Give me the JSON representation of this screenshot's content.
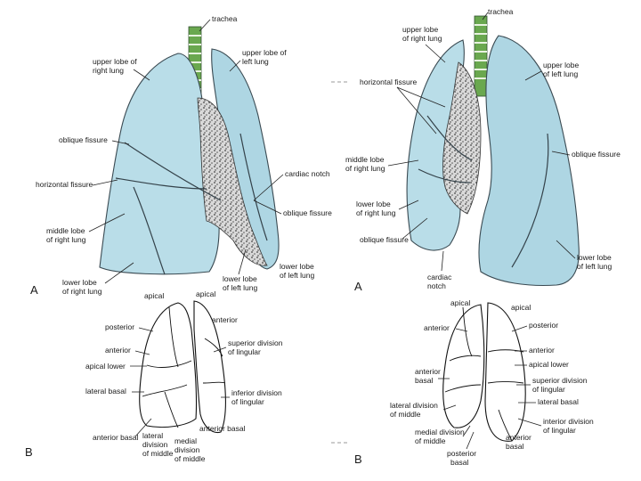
{
  "top_left": {
    "labels": {
      "trachea": "trachea",
      "upper_lobe_right_1": "upper lobe of",
      "upper_lobe_right_2": "right lung",
      "upper_lobe_left_1": "upper lobe of",
      "upper_lobe_left_2": "left lung",
      "oblique_fissure": "oblique fissure",
      "horizontal_fissure": "horizontal fissure",
      "cardiac_notch": "cardiac notch",
      "oblique_fissure_2": "oblique fissure",
      "middle_lobe_1": "middle lobe",
      "middle_lobe_2": "of right lung",
      "lower_lobe_right_1": "lower lobe",
      "lower_lobe_right_2": "of right lung",
      "lower_lobe_left_1": "lower lobe",
      "lower_lobe_left_2": "of left lung",
      "letter": "A"
    }
  },
  "top_right": {
    "labels": {
      "trachea": "trachea",
      "upper_lobe_right_1": "upper lobe",
      "upper_lobe_right_2": "of right lung",
      "upper_lobe_left_1": "upper lobe",
      "upper_lobe_left_2": "of left lung",
      "horizontal_fissure": "horizontal fissure",
      "oblique_fissure": "oblique fissure",
      "middle_lobe_1": "middle lobe",
      "middle_lobe_2": "of right lung",
      "lower_lobe_right_1": "lower lobe",
      "lower_lobe_right_2": "of right lung",
      "oblique_fissure_2": "oblique fissure",
      "lower_lobe_left_1": "lower lobe",
      "lower_lobe_left_2": "of left lung",
      "cardiac_notch_1": "cardiac",
      "cardiac_notch_2": "notch",
      "letter": "A"
    }
  },
  "bottom_left": {
    "labels": {
      "apical_l": "apical",
      "apical_r": "apical",
      "posterior": "posterior",
      "anterior_r": "anterior",
      "superior_div_1": "superior division",
      "superior_div_2": "of lingular",
      "anterior_l": "anterior",
      "apical_lower": "apical lower",
      "lateral_basal": "lateral basal",
      "inferior_div_1": "inferior division",
      "inferior_div_2": "of lingular",
      "anterior_basal_r": "anterior basal",
      "anterior_basal_l": "anterior basal",
      "lateral_div_1": "lateral",
      "lateral_div_2": "division",
      "lateral_div_3": "of middle",
      "medial_div_1": "medial",
      "medial_div_2": "division",
      "medial_div_3": "of middle",
      "letter": "B"
    }
  },
  "bottom_right": {
    "labels": {
      "apical_l": "apical",
      "apical_r": "apical",
      "anterior_l": "anterior",
      "posterior": "posterior",
      "anterior_r": "anterior",
      "apical_lower": "apical lower",
      "anterior_basal_1": "anterior",
      "anterior_basal_2": "basal",
      "superior_div_1": "superior division",
      "superior_div_2": "of lingular",
      "lateral_basal": "lateral basal",
      "lateral_div_1": "lateral division",
      "lateral_div_2": "of middle",
      "inferior_div_1": "interior division",
      "inferior_div_2": "of lingular",
      "medial_div_1": "medial division",
      "medial_div_2": "of middle",
      "anterior_basal_b1": "anterior",
      "anterior_basal_b2": "basal",
      "posterior_basal_1": "posterior",
      "posterior_basal_2": "basal",
      "letter": "B"
    }
  },
  "colors": {
    "lung": "#b9dde8",
    "outline": "#3a4a52",
    "trachea": "#6aa84f"
  }
}
